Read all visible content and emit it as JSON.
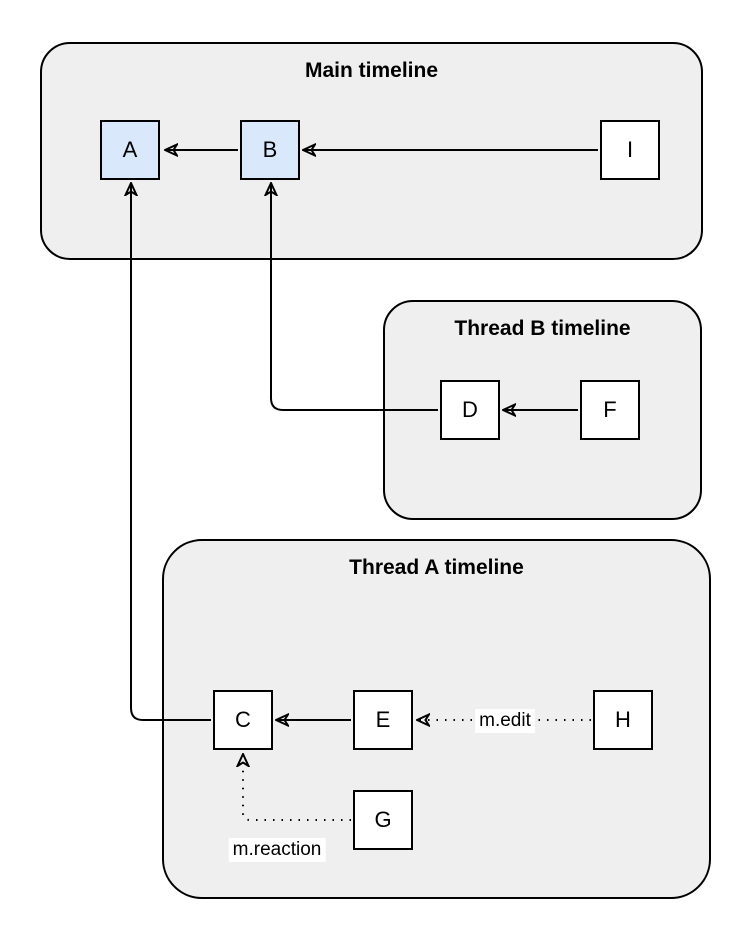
{
  "diagram": {
    "containers": [
      {
        "id": "main-timeline",
        "title": "Main timeline"
      },
      {
        "id": "thread-b-timeline",
        "title": "Thread B timeline"
      },
      {
        "id": "thread-a-timeline",
        "title": "Thread A timeline"
      }
    ],
    "nodes": [
      {
        "id": "A",
        "label": "A",
        "highlighted": true,
        "timeline": "Main timeline"
      },
      {
        "id": "B",
        "label": "B",
        "highlighted": true,
        "timeline": "Main timeline"
      },
      {
        "id": "I",
        "label": "I",
        "highlighted": false,
        "timeline": "Main timeline"
      },
      {
        "id": "D",
        "label": "D",
        "highlighted": false,
        "timeline": "Thread B timeline"
      },
      {
        "id": "F",
        "label": "F",
        "highlighted": false,
        "timeline": "Thread B timeline"
      },
      {
        "id": "C",
        "label": "C",
        "highlighted": false,
        "timeline": "Thread A timeline"
      },
      {
        "id": "E",
        "label": "E",
        "highlighted": false,
        "timeline": "Thread A timeline"
      },
      {
        "id": "H",
        "label": "H",
        "highlighted": false,
        "timeline": "Thread A timeline"
      },
      {
        "id": "G",
        "label": "G",
        "highlighted": false,
        "timeline": "Thread A timeline"
      }
    ],
    "edges": [
      {
        "from": "B",
        "to": "A",
        "style": "solid",
        "label": ""
      },
      {
        "from": "I",
        "to": "B",
        "style": "solid",
        "label": ""
      },
      {
        "from": "F",
        "to": "D",
        "style": "solid",
        "label": ""
      },
      {
        "from": "D",
        "to": "B",
        "style": "solid",
        "label": ""
      },
      {
        "from": "E",
        "to": "C",
        "style": "solid",
        "label": ""
      },
      {
        "from": "H",
        "to": "E",
        "style": "dotted",
        "label": "m.edit"
      },
      {
        "from": "G",
        "to": "C",
        "style": "dotted",
        "label": "m.reaction"
      },
      {
        "from": "C",
        "to": "A",
        "style": "solid",
        "label": ""
      }
    ],
    "colors": {
      "highlight_fill": "#dae8fc",
      "node_fill": "#ffffff",
      "container_fill": "#efefef",
      "stroke": "#000000",
      "label_bg": "#ffffff"
    }
  }
}
